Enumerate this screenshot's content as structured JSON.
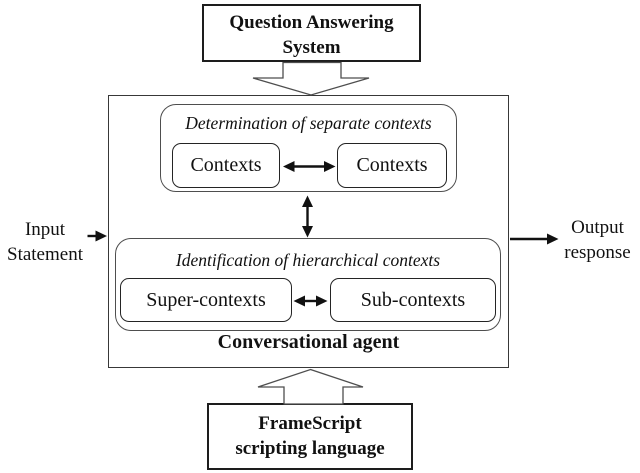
{
  "colors": {
    "background": "#ffffff",
    "ink": "#111111",
    "border_dark": "#1d1d1d",
    "border_gray": "#4e4e4e"
  },
  "qa_system": {
    "lines": [
      "Question Answering",
      "System"
    ]
  },
  "framescript": {
    "lines": [
      "FrameScript",
      "scripting language"
    ]
  },
  "input": {
    "lines": [
      "Input",
      "Statement"
    ]
  },
  "output": {
    "lines": [
      "Output",
      "response"
    ]
  },
  "agent": {
    "label": "Conversational agent",
    "separate": {
      "title": "Determination of separate contexts",
      "left": "Contexts",
      "right": "Contexts"
    },
    "hierarchical": {
      "title": "Identification of hierarchical contexts",
      "left": "Super-contexts",
      "right": "Sub-contexts"
    }
  }
}
